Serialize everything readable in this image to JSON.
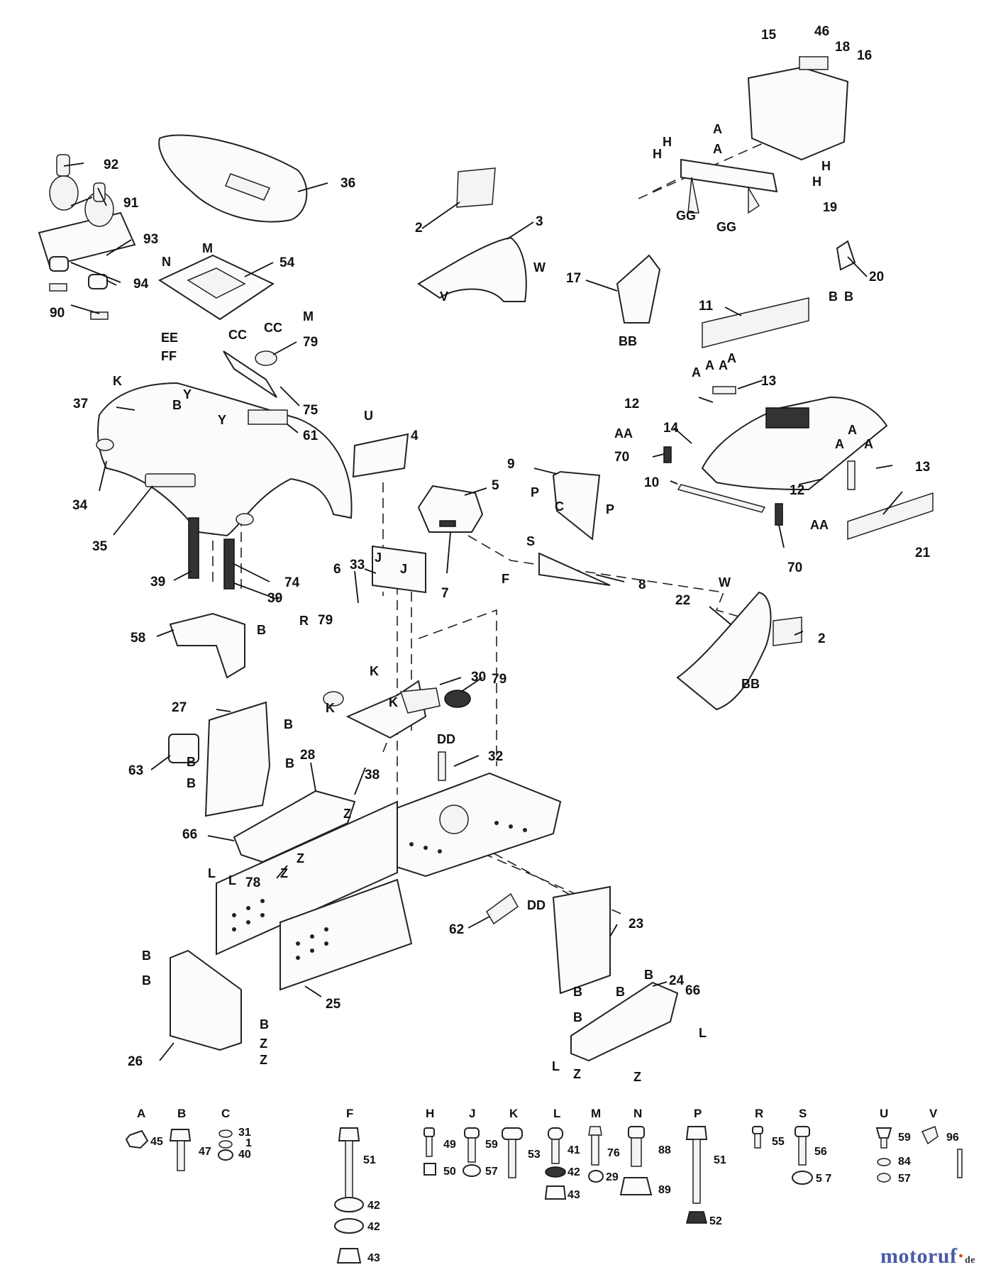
{
  "callouts": [
    "46",
    "15",
    "18",
    "16",
    "92",
    "36",
    "91",
    "93",
    "94",
    "90",
    "54",
    "2",
    "3",
    "17",
    "20",
    "11",
    "79",
    "75",
    "61",
    "37",
    "34",
    "35",
    "4",
    "9",
    "5",
    "13",
    "12",
    "14",
    "70",
    "10",
    "21",
    "6",
    "7",
    "8",
    "22",
    "39",
    "74",
    "33",
    "58",
    "30",
    "27",
    "63",
    "28",
    "38",
    "32",
    "66",
    "78",
    "62",
    "23",
    "25",
    "24",
    "26"
  ],
  "ref_letters": [
    "A",
    "A",
    "H",
    "H",
    "H",
    "H",
    "GG",
    "GG",
    "19",
    "W",
    "V",
    "BB",
    "B",
    "B",
    "N",
    "M",
    "M",
    "EE",
    "FF",
    "CC",
    "CC",
    "K",
    "B",
    "Y",
    "Y",
    "U",
    "P",
    "C",
    "P",
    "S",
    "F",
    "J",
    "J",
    "AA",
    "AA",
    "A",
    "A",
    "A",
    "A",
    "A",
    "A",
    "A",
    "W",
    "BB",
    "R",
    "K",
    "K",
    "K",
    "B",
    "DD",
    "B",
    "B",
    "B",
    "B",
    "Z",
    "Z",
    "L",
    "L",
    "Z",
    "DD",
    "B",
    "B",
    "B",
    "B",
    "B",
    "B",
    "B",
    "Z",
    "L",
    "L",
    "Z",
    "Z"
  ],
  "hardware": [
    {
      "letter": "A",
      "nums": [
        "45"
      ]
    },
    {
      "letter": "B",
      "nums": [
        "47"
      ]
    },
    {
      "letter": "C",
      "nums": [
        "31",
        "1",
        "40"
      ]
    },
    {
      "letter": "F",
      "nums": [
        "51",
        "42",
        "42",
        "43"
      ]
    },
    {
      "letter": "H",
      "nums": [
        "49",
        "50"
      ]
    },
    {
      "letter": "J",
      "nums": [
        "59",
        "57"
      ]
    },
    {
      "letter": "K",
      "nums": [
        "53"
      ]
    },
    {
      "letter": "L",
      "nums": [
        "41",
        "42",
        "43"
      ]
    },
    {
      "letter": "M",
      "nums": [
        "76",
        "29"
      ]
    },
    {
      "letter": "N",
      "nums": [
        "88",
        "89"
      ]
    },
    {
      "letter": "P",
      "nums": [
        "51",
        "52"
      ]
    },
    {
      "letter": "R",
      "nums": [
        "55"
      ]
    },
    {
      "letter": "S",
      "nums": [
        "56",
        "5 7"
      ]
    },
    {
      "letter": "U",
      "nums": [
        "59",
        "84",
        "57"
      ]
    },
    {
      "letter": "V",
      "nums": [
        "96"
      ]
    }
  ],
  "watermark": {
    "name": "motoruf",
    "dot": "·",
    "tld": "de"
  },
  "colors": {
    "ink": "#111111",
    "paper": "#ffffff",
    "watermark": "#4a5aa8"
  }
}
